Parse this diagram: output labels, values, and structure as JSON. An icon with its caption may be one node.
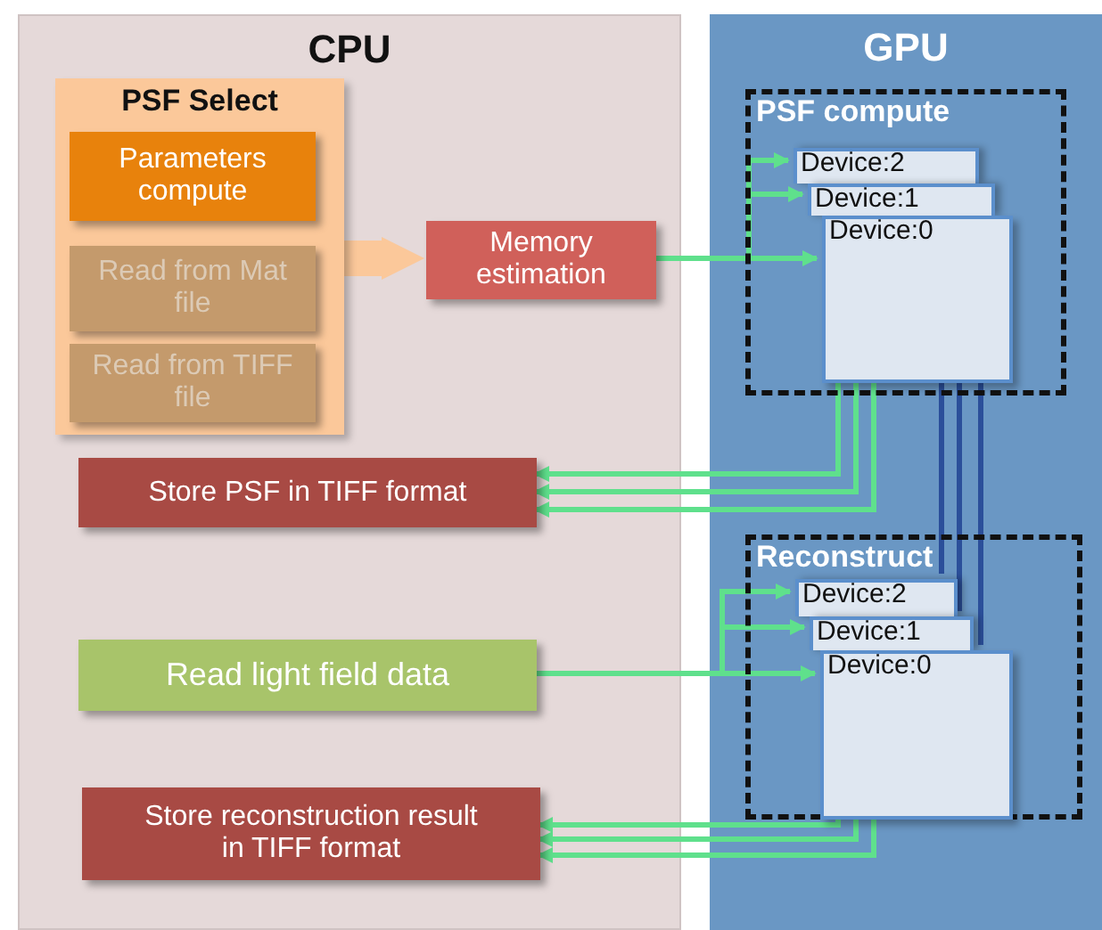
{
  "diagram": {
    "nodes": [
      {
        "text": [
          "CPU"
        ]
      },
      {
        "text": [
          "PSF Select"
        ],
        "in": 0
      },
      {
        "text": [
          "Parameters compute"
        ],
        "in": 1
      },
      {
        "text": [
          "Read from Mat file"
        ],
        "in": 1
      },
      {
        "text": [
          "Read from TIFF file"
        ],
        "in": 1
      },
      {
        "text": [
          "Memory estimation"
        ],
        "in": 0
      },
      {
        "text": [
          "Store PSF in TIFF format"
        ],
        "in": 0
      },
      {
        "text": [
          "Read light field data"
        ],
        "in": 0
      },
      {
        "text": [
          "Store reconstruction result in TIFF format"
        ],
        "in": 0
      },
      {
        "text": [
          "GPU"
        ]
      },
      {
        "text": [
          "PSF compute"
        ],
        "in": 9
      },
      {
        "text": [
          "Device:2"
        ],
        "in": 10
      },
      {
        "text": [
          "Device:1"
        ],
        "in": 10
      },
      {
        "text": [
          "Device:0"
        ],
        "in": 10
      },
      {
        "text": [
          "Reconstruct"
        ],
        "in": 9
      },
      {
        "text": [
          "Device:2"
        ],
        "in": 14
      },
      {
        "text": [
          "Device:1"
        ],
        "in": 14
      },
      {
        "text": [
          "Device:0"
        ],
        "in": 14
      }
    ],
    "edges": [
      {
        "from": 1,
        "to": 5,
        "arrow": "to",
        "style": "thick",
        "color": "#fbc89a"
      },
      {
        "from": 5,
        "to": 11,
        "arrow": "to"
      },
      {
        "from": 5,
        "to": 12,
        "arrow": "to"
      },
      {
        "from": 5,
        "to": 13,
        "arrow": "to"
      },
      {
        "from": 13,
        "to": 6,
        "arrow": "to"
      },
      {
        "from": 13,
        "to": 6,
        "arrow": "to"
      },
      {
        "from": 13,
        "to": 6,
        "arrow": "to"
      },
      {
        "from": 13,
        "to": 15,
        "arrow": "none",
        "color": "#2b4f9a"
      },
      {
        "from": 13,
        "to": 16,
        "arrow": "none",
        "color": "#2b4f9a"
      },
      {
        "from": 13,
        "to": 17,
        "arrow": "none",
        "color": "#2b4f9a"
      },
      {
        "from": 7,
        "to": 15,
        "arrow": "to"
      },
      {
        "from": 7,
        "to": 16,
        "arrow": "to"
      },
      {
        "from": 7,
        "to": 17,
        "arrow": "to"
      },
      {
        "from": 17,
        "to": 8,
        "arrow": "to"
      },
      {
        "from": 17,
        "to": 8,
        "arrow": "to"
      },
      {
        "from": 17,
        "to": 8,
        "arrow": "to"
      }
    ]
  }
}
